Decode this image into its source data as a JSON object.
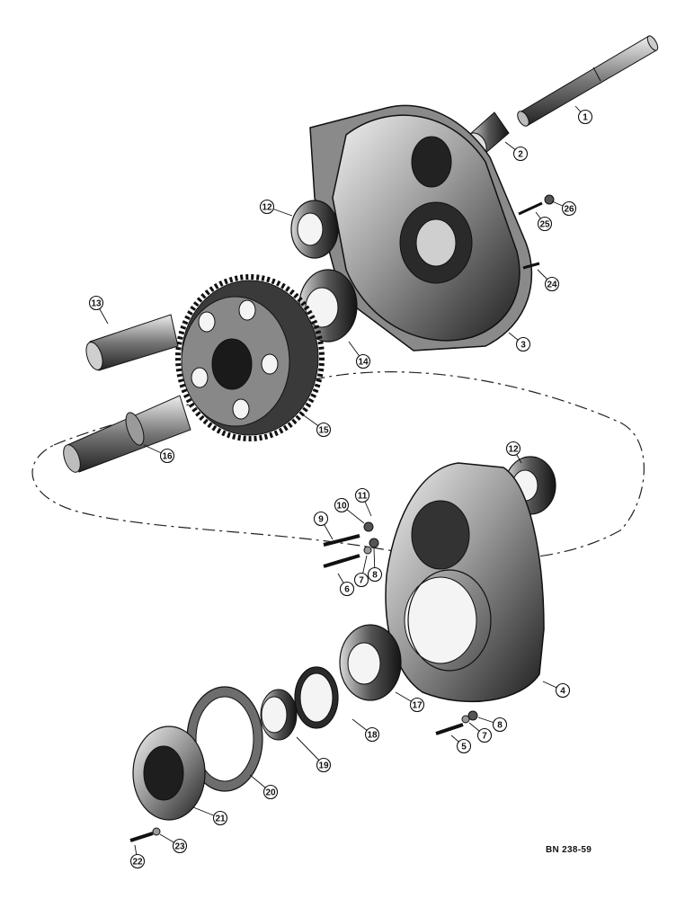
{
  "diagram": {
    "reference_code": "BN 238-59",
    "callouts": [
      {
        "id": "p1",
        "label": "1"
      },
      {
        "id": "p2",
        "label": "2"
      },
      {
        "id": "p3",
        "label": "3"
      },
      {
        "id": "p4",
        "label": "4"
      },
      {
        "id": "p5",
        "label": "5"
      },
      {
        "id": "p6",
        "label": "6"
      },
      {
        "id": "p7a",
        "label": "7"
      },
      {
        "id": "p7b",
        "label": "7"
      },
      {
        "id": "p8a",
        "label": "8"
      },
      {
        "id": "p8b",
        "label": "8"
      },
      {
        "id": "p9",
        "label": "9"
      },
      {
        "id": "p10",
        "label": "10"
      },
      {
        "id": "p11",
        "label": "11"
      },
      {
        "id": "p12a",
        "label": "12"
      },
      {
        "id": "p12b",
        "label": "12"
      },
      {
        "id": "p13",
        "label": "13"
      },
      {
        "id": "p14",
        "label": "14"
      },
      {
        "id": "p15",
        "label": "15"
      },
      {
        "id": "p16",
        "label": "16"
      },
      {
        "id": "p17",
        "label": "17"
      },
      {
        "id": "p18",
        "label": "18"
      },
      {
        "id": "p19",
        "label": "19"
      },
      {
        "id": "p20",
        "label": "20"
      },
      {
        "id": "p21",
        "label": "21"
      },
      {
        "id": "p22",
        "label": "22"
      },
      {
        "id": "p23",
        "label": "23"
      },
      {
        "id": "p24",
        "label": "24"
      },
      {
        "id": "p25",
        "label": "25"
      },
      {
        "id": "p26",
        "label": "26"
      }
    ]
  }
}
